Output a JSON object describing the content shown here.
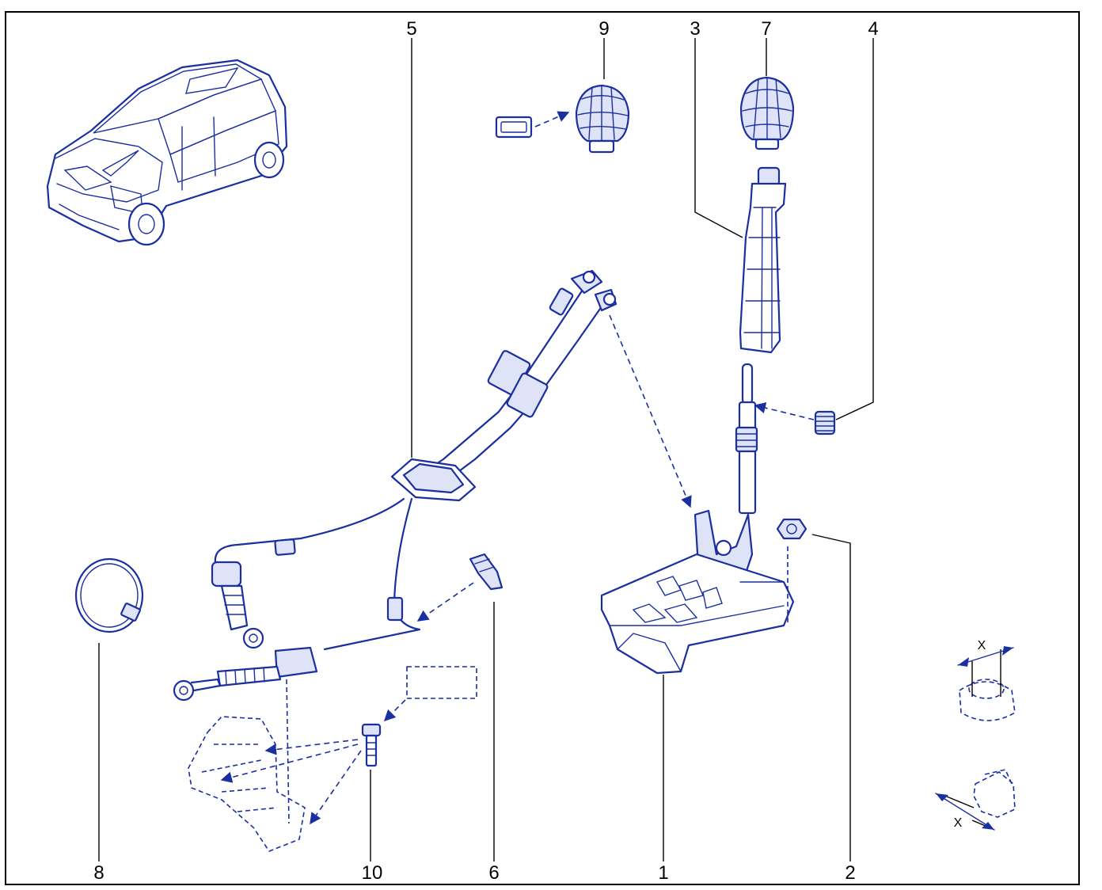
{
  "callouts": {
    "c1": "1",
    "c2": "2",
    "c3": "3",
    "c4": "4",
    "c5": "5",
    "c6": "6",
    "c7": "7",
    "c8": "8",
    "c9": "9",
    "c10": "10"
  },
  "dimension_label": "X",
  "colors": {
    "line_art": "#1a2fa0",
    "leader": "#000000",
    "frame": "#000000"
  }
}
